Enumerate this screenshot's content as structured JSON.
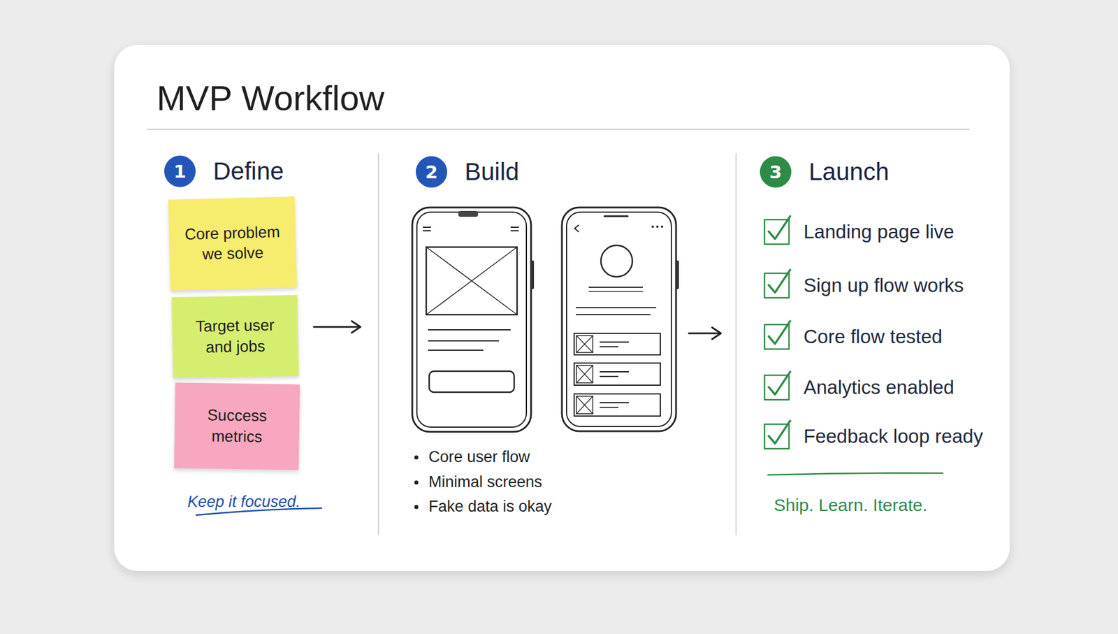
{
  "diagram": {
    "title": "MVP Workflow",
    "nodes": [
      {
        "text": [
          "1",
          "Define"
        ]
      },
      {
        "text": [
          "Core problem we solve"
        ]
      },
      {
        "text": [
          "Target user and jobs"
        ]
      },
      {
        "text": [
          "Success metrics"
        ]
      },
      {
        "text": [
          "2",
          "Build"
        ]
      },
      {
        "text": [
          "3",
          "Launch"
        ]
      }
    ],
    "labels": [
      "Keep it focused.",
      "Core user flow",
      "Minimal screens",
      "Fake data is okay",
      "Landing page live",
      "Sign up flow works",
      "Core flow tested",
      "Analytics enabled",
      "Feedback loop ready",
      "Ship. Learn. Iterate."
    ]
  }
}
